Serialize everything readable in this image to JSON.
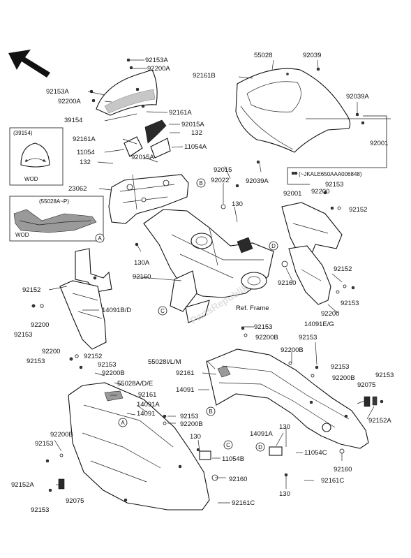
{
  "labels": {
    "l92153A": "92153A",
    "l92200A": "92200A",
    "l92153A_2": "92153A",
    "l92200A_2": "92200A",
    "l39154": "39154",
    "l92161A": "92161A",
    "l92015A": "92015A",
    "l132a": "132",
    "l92161A_2": "92161A",
    "l11054A": "11054A",
    "l11054": "11054",
    "l132b": "132",
    "l92015A_2": "92015A",
    "l23062": "23062",
    "l55028": "55028",
    "l92039": "92039",
    "l92161B": "92161B",
    "l92039A": "92039A",
    "l92001": "92001",
    "l92015": "92015",
    "l92022": "92022",
    "l92039A_2": "92039A",
    "l92001_2": "92001",
    "l130a": "130",
    "l130A": "130A",
    "l92160a": "92160",
    "l92152a": "92152",
    "l92200a": "92200",
    "l92153a": "92153",
    "l14091BD": "14091B/D",
    "l92200b": "92200",
    "l92152b": "92152",
    "l92153b": "92153",
    "l92153c": "92153",
    "l92200B": "92200B",
    "l92152c": "92152",
    "l92160b": "92160",
    "l92152d": "92152",
    "l92153d": "92153",
    "l92200c": "92200",
    "l14091EG": "14091E/G",
    "l92153e": "92153",
    "l92200B_2": "92200B",
    "l92153f": "92153",
    "l92200B_3": "92200B",
    "l55028ILM": "55028I/L/M",
    "l92161": "92161",
    "l14091": "14091",
    "l92200B_4": "92200B",
    "l92153g": "92153",
    "l92153h": "92153",
    "l92200B_5": "92200B",
    "l55028ADE": "55028A/D/E",
    "l92161b": "92161",
    "l14091A": "14091A",
    "l14091b": "14091",
    "l92153i": "92153",
    "l92200B_6": "92200B",
    "l92153j": "92153",
    "l92075": "92075",
    "l92152A": "92152A",
    "l92200B_7": "92200B",
    "l92153k": "92153",
    "l130b": "130",
    "l11054B": "11054B",
    "l14091A_2": "14091A",
    "l130c": "130",
    "l11054C": "11054C",
    "l92160c": "92160",
    "l92161C": "92161C",
    "l92152A_2": "92152A",
    "l92153l": "92153",
    "l92075b": "92075",
    "l92160d": "92160",
    "l130d": "130",
    "l92161C_2": "92161C",
    "refFrame": "Ref. Frame"
  },
  "inset_wod1": {
    "partno": "(39154)",
    "caption": "WOD"
  },
  "inset_wod2": {
    "partno": "(55028A~P)",
    "caption": "WOD"
  },
  "serial_note": "(~JKALE650AAA006848)",
  "callouts": {
    "A": "A",
    "B": "B",
    "C": "C",
    "D": "D"
  },
  "watermark": "PartsRepublik"
}
